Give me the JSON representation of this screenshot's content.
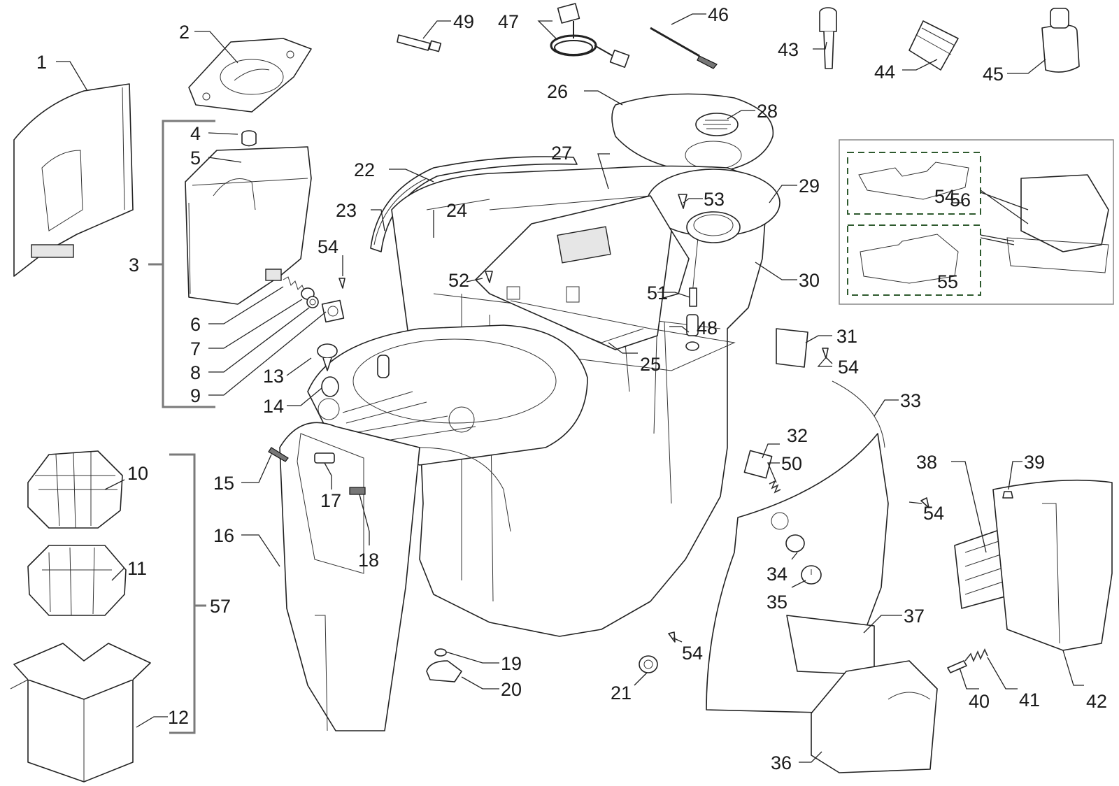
{
  "diagram": {
    "part_labels": [
      "1",
      "2",
      "3",
      "4",
      "5",
      "6",
      "7",
      "8",
      "9",
      "10",
      "11",
      "12",
      "13",
      "14",
      "15",
      "16",
      "17",
      "18",
      "19",
      "20",
      "21",
      "22",
      "23",
      "24",
      "25",
      "26",
      "27",
      "28",
      "29",
      "30",
      "31",
      "32",
      "33",
      "34",
      "35",
      "36",
      "37",
      "38",
      "39",
      "40",
      "41",
      "42",
      "43",
      "44",
      "45",
      "46",
      "47",
      "48",
      "49",
      "50",
      "51",
      "52",
      "53",
      "54",
      "54",
      "54",
      "54",
      "54",
      "55",
      "56",
      "57"
    ]
  }
}
